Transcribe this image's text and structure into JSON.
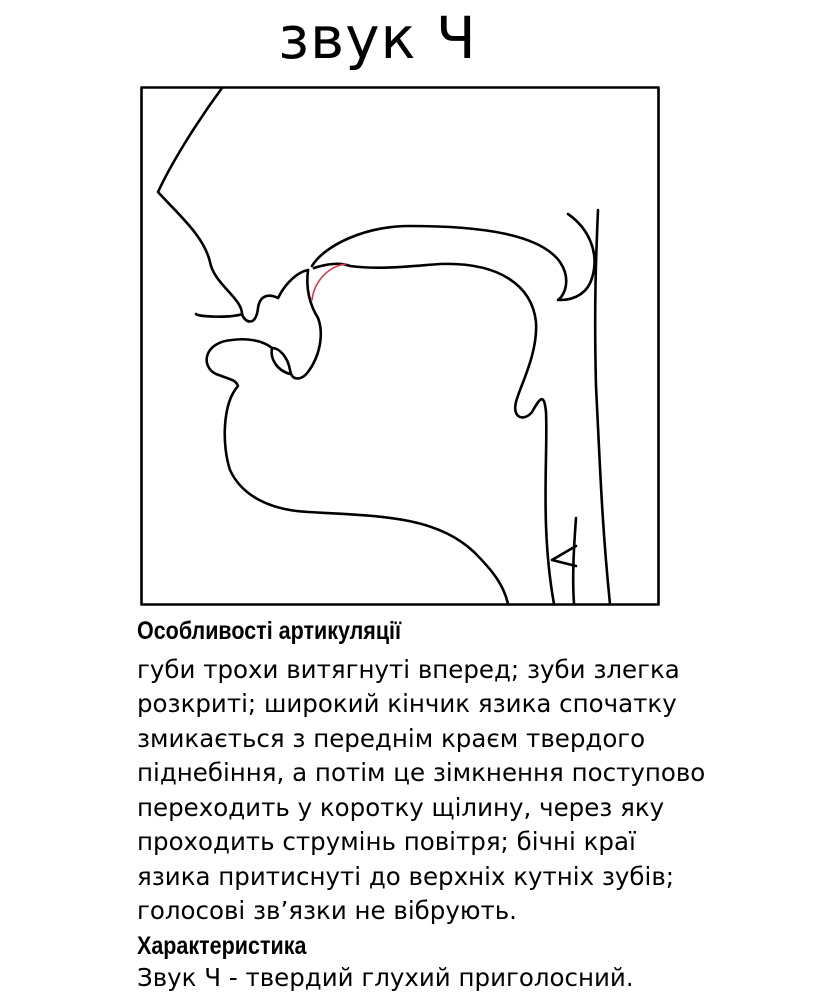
{
  "title": "звук Ч",
  "articulation": {
    "heading": "Особливості артикуляції",
    "lines": [
      "губи трохи витягнуті вперед; зуби злегка",
      "розкриті; широкий кінчик язика спочатку",
      "змикається з переднім краєм твердого",
      "піднебіння, а потім це зімкнення поступово",
      "переходить у коротку щілину, через яку",
      "проходить струмінь повітря; бічні краї",
      "язика притиснуті до верхніх кутніх зубів;",
      "голосові зв’язки не вібрують."
    ]
  },
  "characteristic": {
    "heading": "Характеристика",
    "text": "Звук Ч - твердий глухий приголосний."
  },
  "colors": {
    "outline": "#000000",
    "tongue_tip_contact": "#e0314b"
  }
}
